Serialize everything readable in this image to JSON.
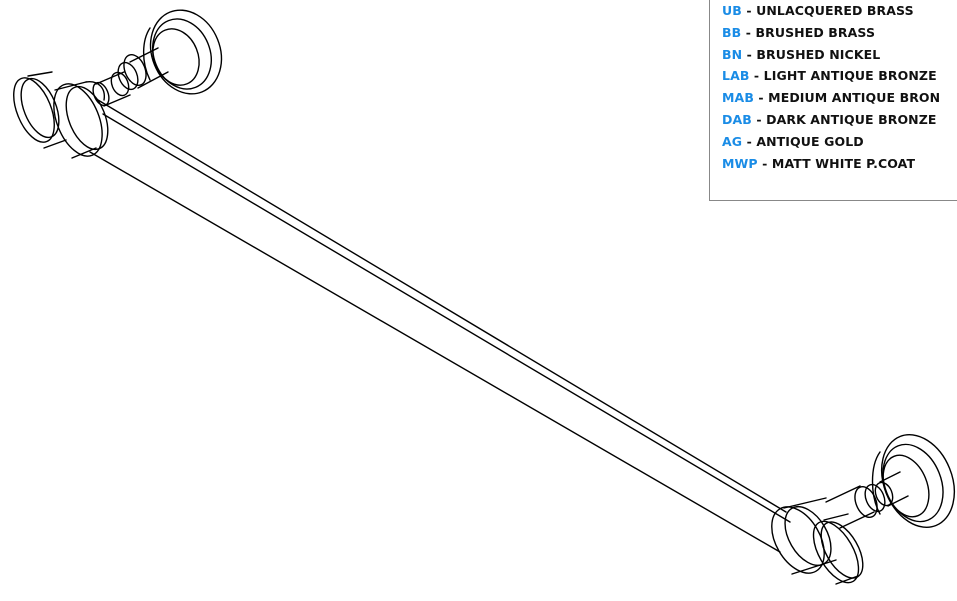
{
  "finishes": {
    "items": [
      {
        "code": "UB",
        "sep": " - ",
        "name": "UNLACQUERED BRASS"
      },
      {
        "code": "BB",
        "sep": " - ",
        "name": "BRUSHED BRASS"
      },
      {
        "code": "BN",
        "sep": " - ",
        "name": "BRUSHED NICKEL"
      },
      {
        "code": "LAB",
        "sep": " - ",
        "name": "LIGHT ANTIQUE BRONZE"
      },
      {
        "code": "MAB",
        "sep": " - ",
        "name": "MEDIUM ANTIQUE BRON"
      },
      {
        "code": "DAB",
        "sep": " - ",
        "name": "DARK ANTIQUE BRONZE"
      },
      {
        "code": "AG",
        "sep": " - ",
        "name": "ANTIQUE GOLD"
      },
      {
        "code": "MWP",
        "sep": " - ",
        "name": "MATT WHITE P.COAT"
      }
    ]
  },
  "colors": {
    "code_color": "#1a8ce6",
    "line_color": "#000000",
    "border_color": "#888888"
  }
}
